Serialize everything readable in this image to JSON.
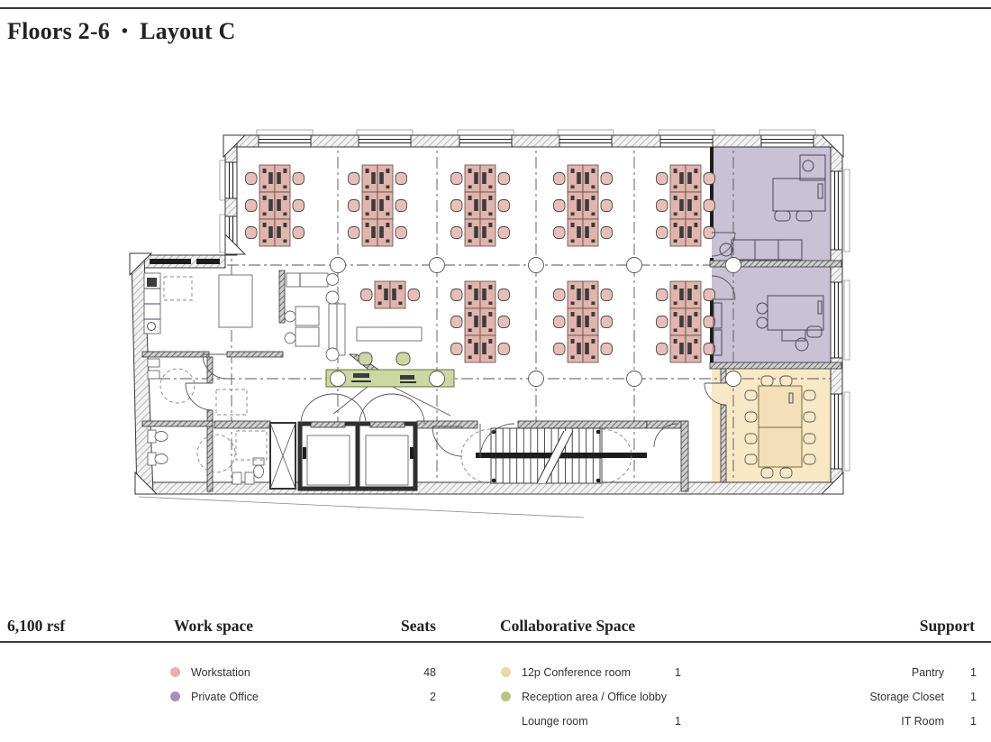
{
  "header": {
    "title_floors": "Floors 2-6",
    "separator": "•",
    "title_layout": "Layout C"
  },
  "colors": {
    "workstation": "#e9afab",
    "private_office": "#a88cc1",
    "conference": "#e8d8a2",
    "reception": "#b9c47c",
    "plan": {
      "desk": "#e2b4ae",
      "chair": "#e7beb8",
      "office_room": "#c9c1d6",
      "conference_room": "#f8e8c6",
      "conference_table": "#f3e0b8",
      "reception_desk": "#ccd7a3",
      "wall": "#3a3a3a"
    }
  },
  "legend": {
    "area_label": "6,100 rsf",
    "work": {
      "title": "Work space",
      "seats_header": "Seats",
      "items": [
        {
          "label": "Workstation",
          "count": "48"
        },
        {
          "label": "Private Office",
          "count": "2"
        }
      ]
    },
    "collaborative": {
      "title": "Collaborative Space",
      "items": [
        {
          "label": "12p Conference room",
          "count": "1"
        },
        {
          "label": "Reception area / Office lobby",
          "count": ""
        },
        {
          "label": "Lounge room",
          "count": "1"
        }
      ]
    },
    "support": {
      "title": "Support",
      "items": [
        {
          "label": "Pantry",
          "count": "1"
        },
        {
          "label": "Storage Closet",
          "count": "1"
        },
        {
          "label": "IT Room",
          "count": "1"
        }
      ]
    }
  }
}
